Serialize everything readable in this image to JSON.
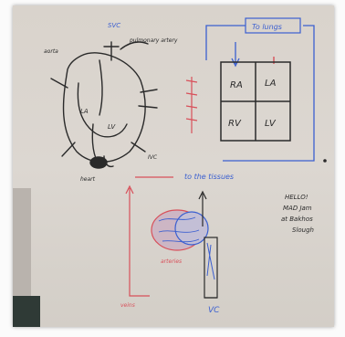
{
  "heart_sketch": {
    "labels": {
      "top": "SVC",
      "left_top": "aorta",
      "right_top": "pulmonary artery",
      "la": "LA",
      "lv": "LV",
      "ivc": "IVC",
      "bottom": "heart"
    }
  },
  "chamber_diagram": {
    "title_tag": "To lungs",
    "chambers": [
      "RA",
      "LA",
      "RV",
      "LV"
    ]
  },
  "circulation": {
    "to_body_label": "to the tissues",
    "arteries_label": "arteries",
    "veins_label": "veins",
    "return_label": "VC"
  },
  "side_note": {
    "line1": "HELLO!",
    "line2": "MAD Jam",
    "line3": "at Bakhos",
    "line4": "Slough"
  },
  "colors": {
    "whiteboard": "#dad5cf",
    "marker_black": "#2a2a2a",
    "marker_blue": "#3b5fd0",
    "marker_red": "#d8505a"
  }
}
